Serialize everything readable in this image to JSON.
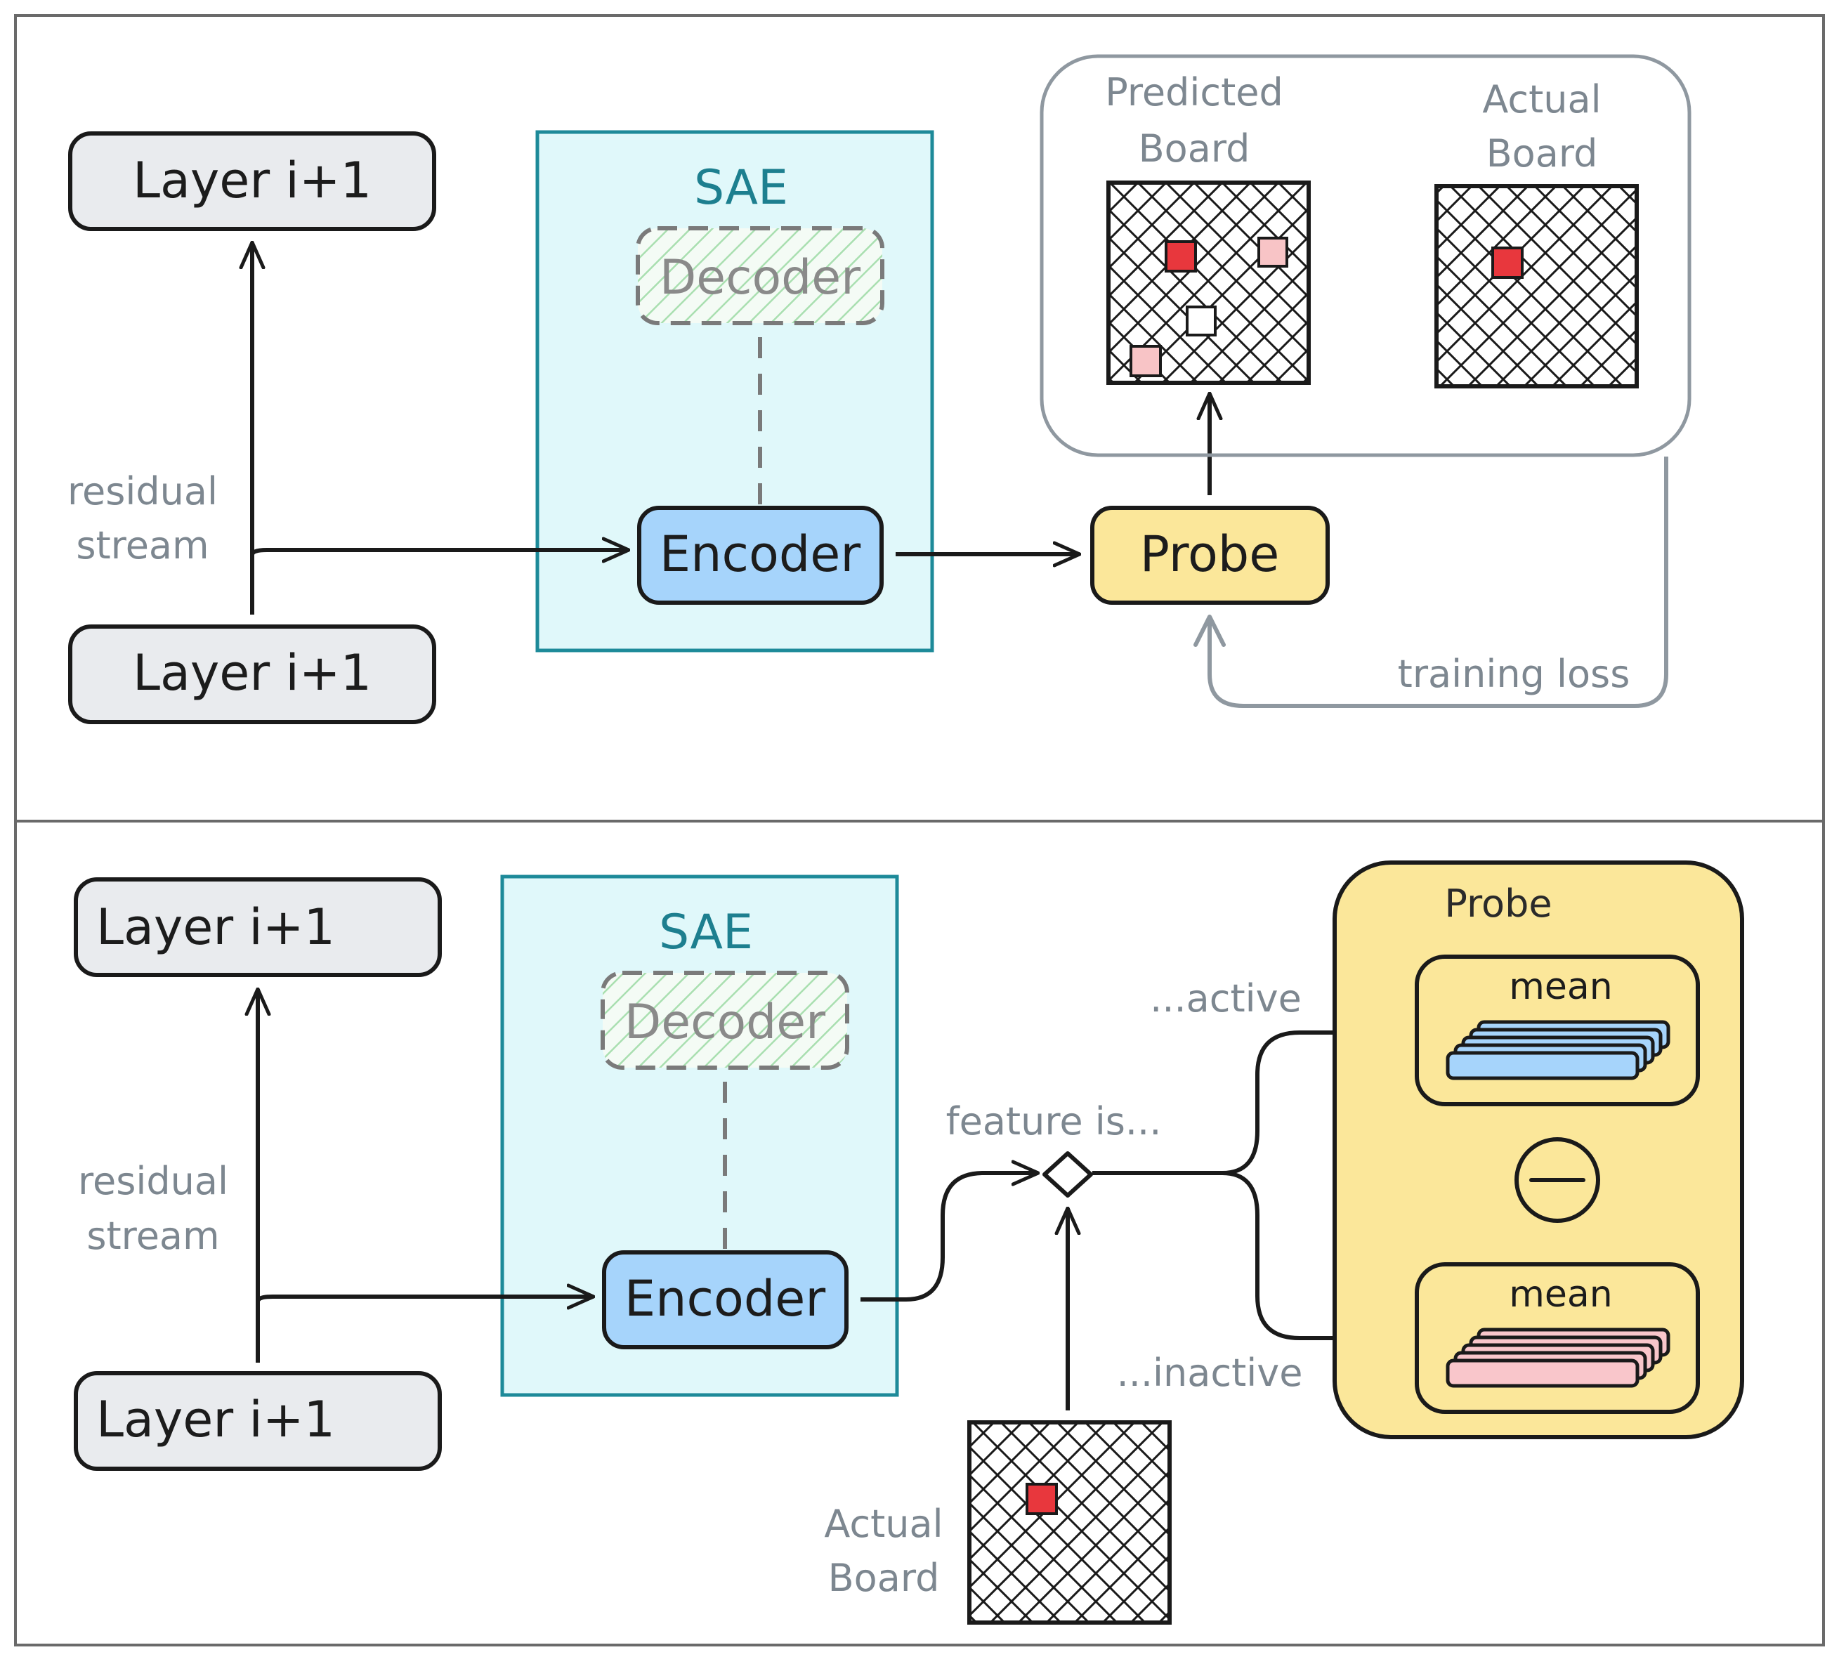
{
  "top_panel": {
    "layer_top": "Layer i+1",
    "layer_bottom": "Layer i+1",
    "residual_line1": "residual",
    "residual_line2": "stream",
    "sae_title": "SAE",
    "decoder": "Decoder",
    "encoder": "Encoder",
    "probe": "Probe",
    "predicted_line1": "Predicted",
    "predicted_line2": "Board",
    "actual_line1": "Actual",
    "actual_line2": "Board",
    "training_loss": "training loss"
  },
  "bottom_panel": {
    "layer_top": "Layer i+1",
    "layer_bottom": "Layer i+1",
    "residual_line1": "residual",
    "residual_line2": "stream",
    "sae_title": "SAE",
    "decoder": "Decoder",
    "encoder": "Encoder",
    "feature_is": "feature is...",
    "active": "...active",
    "inactive": "...inactive",
    "probe_title": "Probe",
    "mean_top": "mean",
    "mean_bottom": "mean",
    "actual_line1": "Actual",
    "actual_line2": "Board"
  },
  "colors": {
    "layer_fill": "#e9ebee",
    "sae_fill": "#e0f8fa",
    "sae_border": "#1d8a99",
    "encoder_fill": "#a6d4fb",
    "probe_fill": "#fbe79a",
    "decoder_hatch": "#a9dfb0",
    "red_square": "#e8373d",
    "pink_square": "#f8c4c6",
    "blue_stack": "#a6d4fb",
    "pink_stack": "#f9c6cb",
    "gray_line": "#8f98a0"
  },
  "icons": {
    "minus": "minus-circle-icon",
    "diamond": "decision-diamond-icon"
  }
}
